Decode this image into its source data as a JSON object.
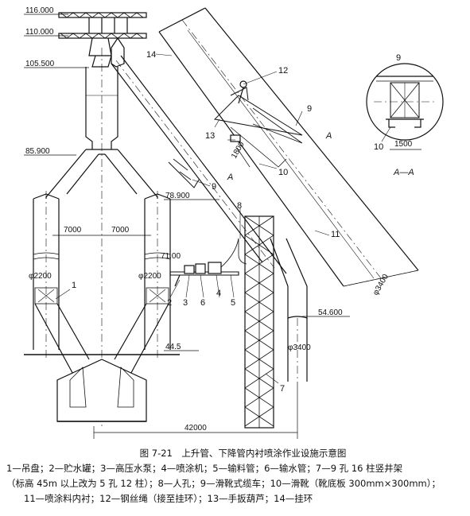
{
  "elevations": {
    "e116": "116.000",
    "e110": "110.000",
    "e105": "105.500",
    "e85": "85.900",
    "e78": "78.900",
    "e71": "71.00",
    "e54": "54.600",
    "e44": "44.5"
  },
  "dimensions": {
    "d7000_left": "7000",
    "d7000_right": "7000",
    "d2200_left": "φ2200",
    "d2200_right": "φ2200",
    "d3400_vert": "φ3400",
    "d3400_incl": "φ3400",
    "d42000": "42000",
    "d1800": "1800",
    "d1500": "1500"
  },
  "section": {
    "mark_a1": "A",
    "mark_a2": "A",
    "title": "A—A"
  },
  "part_numbers": {
    "n1": "1",
    "n2": "2",
    "n3": "3",
    "n4": "4",
    "n5": "5",
    "n6": "6",
    "n7": "7",
    "n8": "8",
    "n9a": "9",
    "n9b": "9",
    "n9c": "9",
    "n10a": "10",
    "n10b": "10",
    "n11": "11",
    "n12": "12",
    "n13": "13",
    "n14": "14"
  },
  "caption": {
    "title": "图 7-21　上升管、下降管内衬喷涂作业设施示意图",
    "line1": "1—吊盘；2—贮水罐；3—高压水泵；4—喷涂机；5—输料管；6—输水管；7—9 孔 16 柱竖井架",
    "line2": "（标高 45m 以上改为 5 孔 12 柱）；8—人孔；9—滑靴式缆车；10—滑靴（靴底板 300mm×300mm）；",
    "line3": "11—喷涂料内衬；12—钢丝绳（接至挂环）；13—手扳葫芦；14—挂环"
  }
}
